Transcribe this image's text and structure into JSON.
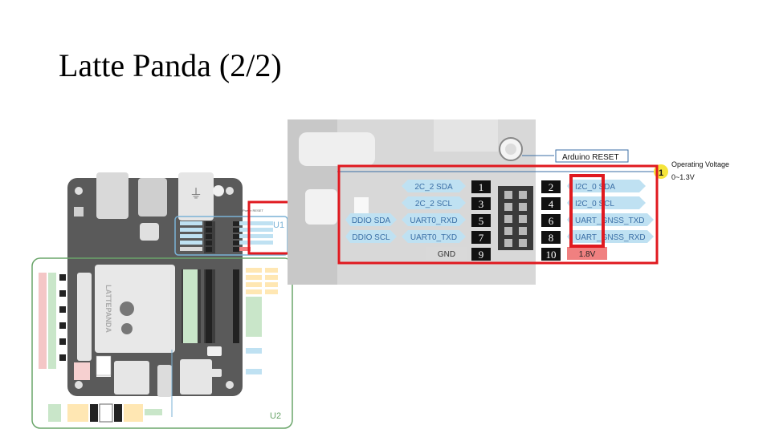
{
  "slide": {
    "title": "Latte Panda (2/2)"
  },
  "zoom": {
    "reset_label": "Arduino RESET",
    "op_voltage_title": "Operating Voltage",
    "op_voltage_value": "0~1.3V",
    "pins": [
      {
        "num": "1",
        "label": "2C_2 SDA",
        "side": "left"
      },
      {
        "num": "2",
        "label": "I2C_0 SDA",
        "side": "right"
      },
      {
        "num": "3",
        "label": "2C_2 SCL",
        "side": "left"
      },
      {
        "num": "4",
        "label": "I2C_0 SCL",
        "side": "right"
      },
      {
        "num": "5",
        "label": "UART0_RXD",
        "side": "left",
        "extra": "DDIO SDA"
      },
      {
        "num": "6",
        "label": "UART_GNSS_TXD",
        "side": "right"
      },
      {
        "num": "7",
        "label": "UART0_TXD",
        "side": "left",
        "extra": "DDIO SCL"
      },
      {
        "num": "8",
        "label": "UART_GNSS_RXD",
        "side": "right"
      },
      {
        "num": "9",
        "label": "GND",
        "side": "left"
      },
      {
        "num": "10",
        "label": "1.8V",
        "side": "right"
      }
    ]
  },
  "board": {
    "u1_label": "U1",
    "u2_label": "U2",
    "brand": "LATTEPANDA",
    "power_reset_label": "Power RESET",
    "power_label": "POWER",
    "reset_label": "RESET"
  },
  "colors": {
    "highlight_red": "#e0191f",
    "pin_blue": "#bfe1f2",
    "pin_gray": "#d9d9d9",
    "board_gray": "#5a5a5a",
    "u2_green": "#6aa56a",
    "u1_blue": "#7ab2d6",
    "voltage_yellow": "#f5e43a",
    "pin_red_fill": "#f08080"
  }
}
